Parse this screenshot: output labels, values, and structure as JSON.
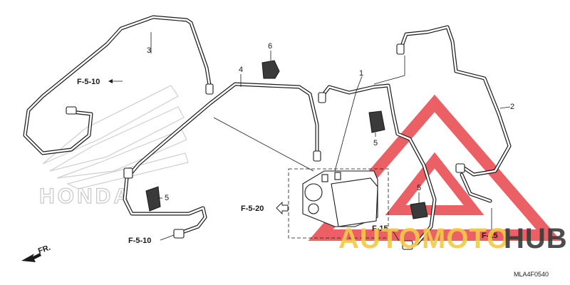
{
  "diagram": {
    "callouts": {
      "hose_3": "3",
      "pipe_4": "4",
      "bracket_6": "6",
      "pipe_1": "1",
      "pipe_2": "2",
      "clamp_5_center": "5",
      "clamp_5_left": "5",
      "clamp_5_right": "5"
    },
    "references": {
      "f510_top": "F-5-10",
      "f510_bottom": "F-5-10",
      "f520": "F-5-20",
      "f15_left": "F-15",
      "f15_right": "F-15"
    },
    "direction_label": "FR.",
    "diagram_code": "MLA4F0540",
    "background_logo_text": "HONDA",
    "watermark": {
      "auto": "AUTO",
      "moto": "MOTO",
      "hub": "HUB",
      "colors": {
        "triangle": "#e8444a",
        "auto": "#f3c94a",
        "moto": "#f3c94a",
        "hub": "#3a3a3a"
      }
    }
  }
}
